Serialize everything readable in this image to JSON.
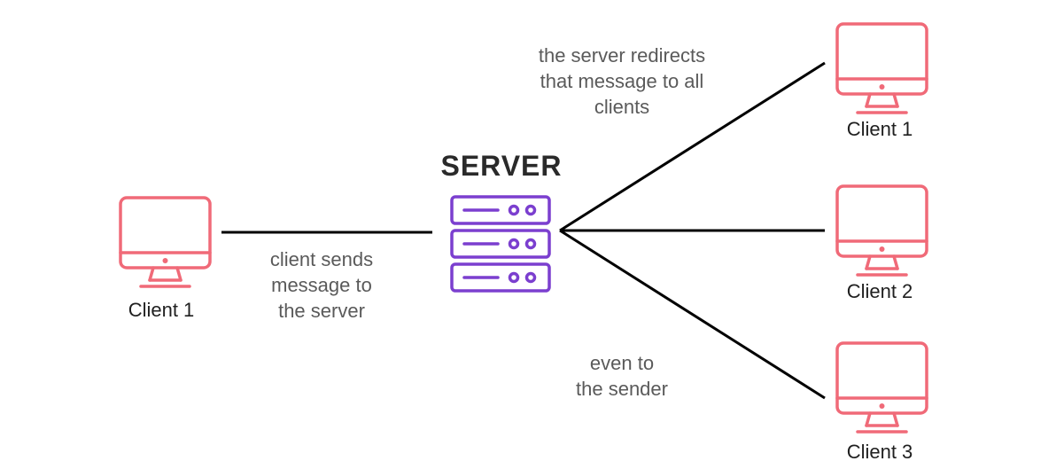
{
  "colors": {
    "client_icon": "#f06a78",
    "server_icon": "#7b3fcf",
    "connector": "#000000"
  },
  "server": {
    "title": "SERVER",
    "icon": "server-rack-icon"
  },
  "sender": {
    "label": "Client 1",
    "icon": "monitor-icon"
  },
  "receivers": [
    {
      "label": "Client 1",
      "icon": "monitor-icon"
    },
    {
      "label": "Client 2",
      "icon": "monitor-icon"
    },
    {
      "label": "Client 3",
      "icon": "monitor-icon"
    }
  ],
  "notes": {
    "send": [
      "client sends",
      "message to",
      "the server"
    ],
    "redirect": [
      "the server redirects",
      "that message to all",
      "clients"
    ],
    "echo": [
      "even to",
      "the sender"
    ]
  }
}
